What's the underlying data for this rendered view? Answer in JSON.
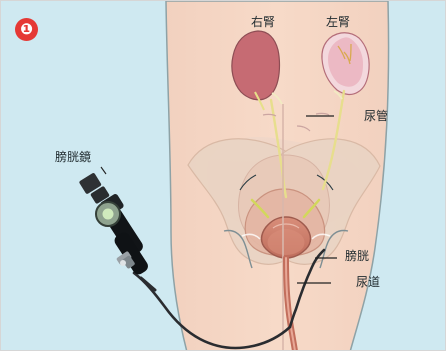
{
  "figure": {
    "step_badge": "❶",
    "labels": {
      "right_kidney": "右腎",
      "left_kidney": "左腎",
      "ureter": "尿管",
      "cystoscope": "膀胱鏡",
      "bladder": "膀胱",
      "urethra": "尿道"
    }
  }
}
